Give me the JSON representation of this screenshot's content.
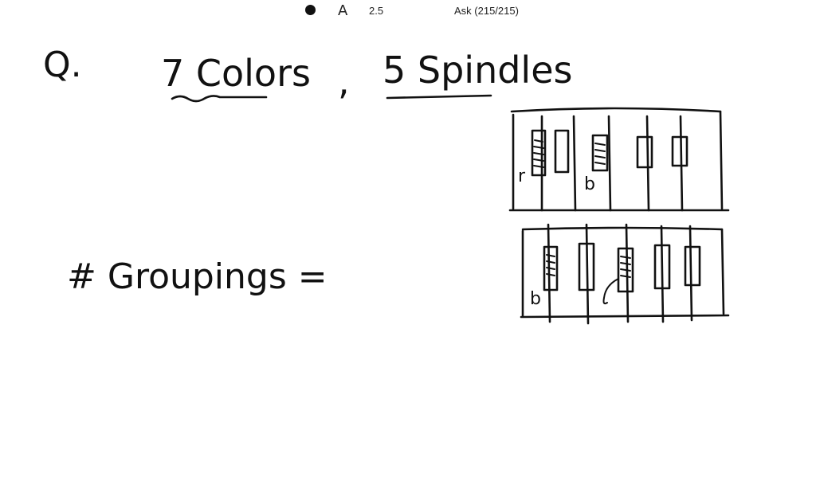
{
  "toolbar": {
    "pen_color": "#111111",
    "text_tool_label": "A",
    "stroke_size": "2.5",
    "ask_label": "Ask (215/215)"
  },
  "whiteboard": {
    "question_label": "Q.",
    "colors_text": "7 Colors",
    "separator": ",",
    "spindles_text": "5 Spindles",
    "groupings_text": "# Groupings =",
    "diagram_top_labels": [
      "r",
      "b"
    ],
    "diagram_bottom_labels": [
      "b"
    ]
  }
}
